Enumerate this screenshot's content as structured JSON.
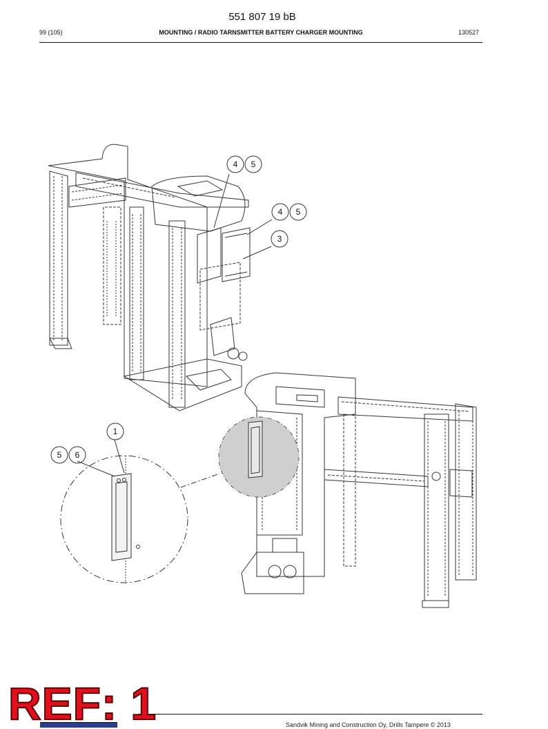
{
  "header": {
    "doc_number": "551 807 19 bB",
    "page_counter": "99 (105)",
    "title": "MOUNTING / RADIO TARNSMITTER BATTERY CHARGER MOUNTING",
    "date_code": "130527"
  },
  "callouts": {
    "top_pair_a": "4",
    "top_pair_b": "5",
    "mid_pair_a": "4",
    "mid_pair_b": "5",
    "charger": "3",
    "bracket": "1",
    "detail_pair_a": "5",
    "detail_pair_b": "6"
  },
  "footer": {
    "copyright": "Sandvik Mining and Construction Oy, Drills Tampere © 2013"
  },
  "stamp": {
    "text": "REF: 1",
    "color": "#e2101c"
  },
  "logo": {
    "name": "sandvik-logo",
    "color": "#2c3f8f"
  }
}
